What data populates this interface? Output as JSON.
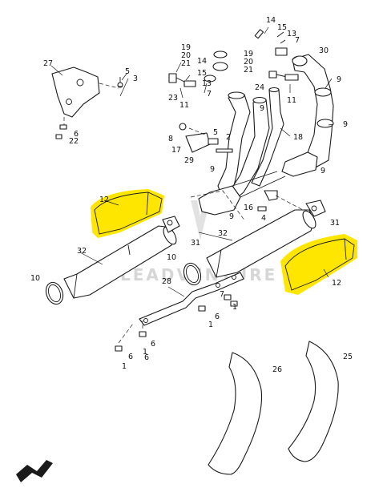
{
  "diagram": {
    "highlight_color": "#ffe600",
    "line_color": "#1a1a1a",
    "background": "#ffffff",
    "watermark": "LEADVENTURE",
    "callouts": {
      "c27": "27",
      "c5a": "5",
      "c3": "3",
      "c6a": "6",
      "c22": "22",
      "c19a": "19",
      "c20a": "20",
      "c21a": "21",
      "c14a": "14",
      "c15a": "15",
      "c13a": "13",
      "c23": "23",
      "c11a": "11",
      "c7a": "7",
      "c14b": "14",
      "c15b": "15",
      "c13b": "13",
      "c7b": "7",
      "c30": "30",
      "c19b": "19",
      "c20b": "20",
      "c21b": "21",
      "c24": "24",
      "c9a": "9",
      "c11b": "11",
      "c9b": "9",
      "c9c": "9",
      "c18": "18",
      "c8": "8",
      "c5b": "5",
      "c2": "2",
      "c17": "17",
      "c29": "29",
      "c9d": "9",
      "c9e": "9",
      "c9f": "9",
      "c16": "16",
      "c4": "4",
      "c12a": "12",
      "c31a": "31",
      "c32a": "32",
      "c10a": "10",
      "c32b": "32",
      "c31b": "31",
      "c12b": "12",
      "c10b": "10",
      "c28": "28",
      "c7c": "7",
      "c1a": "1",
      "c6b": "6",
      "c6c": "6",
      "c1b": "1",
      "c6d": "6",
      "c1c": "1",
      "c1d": "1",
      "c6e": "6",
      "c26": "26",
      "c25": "25"
    }
  }
}
